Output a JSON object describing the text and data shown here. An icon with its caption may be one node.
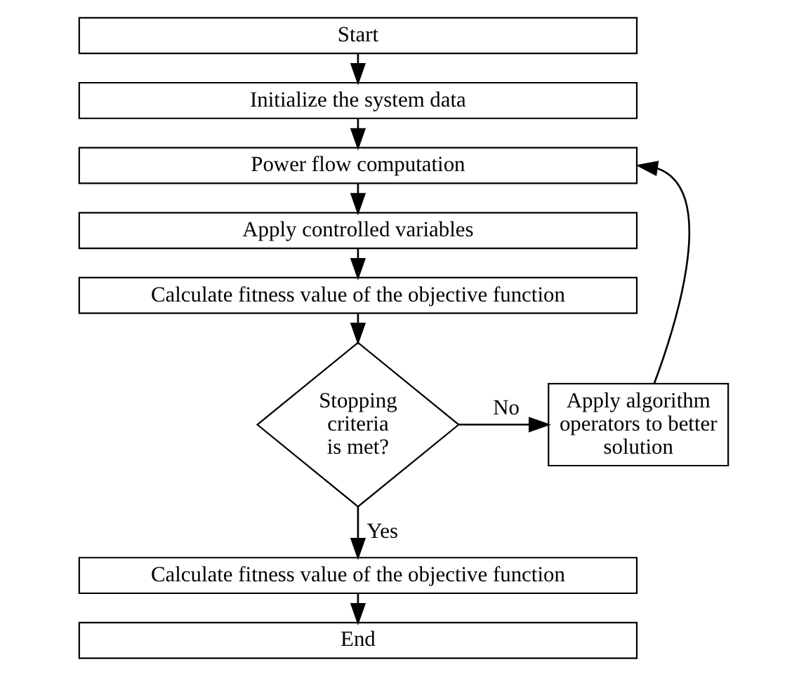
{
  "diagram": {
    "nodes": [
      {
        "text": [
          "Start"
        ]
      },
      {
        "text": [
          "Initialize the system data"
        ]
      },
      {
        "text": [
          "Power flow computation"
        ]
      },
      {
        "text": [
          "Apply controlled variables"
        ]
      },
      {
        "text": [
          "Calculate fitness value of the objective function"
        ]
      },
      {
        "text": [
          "Stopping criteria is met?"
        ]
      },
      {
        "text": [
          "Apply algorithm operators to better solution"
        ]
      },
      {
        "text": [
          "Calculate fitness value of the objective function"
        ]
      },
      {
        "text": [
          "End"
        ]
      }
    ],
    "edges": [
      {
        "from": 0,
        "to": 1,
        "arrow": "to"
      },
      {
        "from": 1,
        "to": 2,
        "arrow": "to"
      },
      {
        "from": 2,
        "to": 3,
        "arrow": "to"
      },
      {
        "from": 3,
        "to": 4,
        "arrow": "to"
      },
      {
        "from": 4,
        "to": 5,
        "arrow": "to"
      },
      {
        "from": 5,
        "to": 6,
        "arrow": "to",
        "label": "No"
      },
      {
        "from": 5,
        "to": 7,
        "arrow": "to",
        "label": "Yes"
      },
      {
        "from": 7,
        "to": 8,
        "arrow": "to"
      },
      {
        "from": 6,
        "to": 2,
        "arrow": "to"
      }
    ]
  }
}
